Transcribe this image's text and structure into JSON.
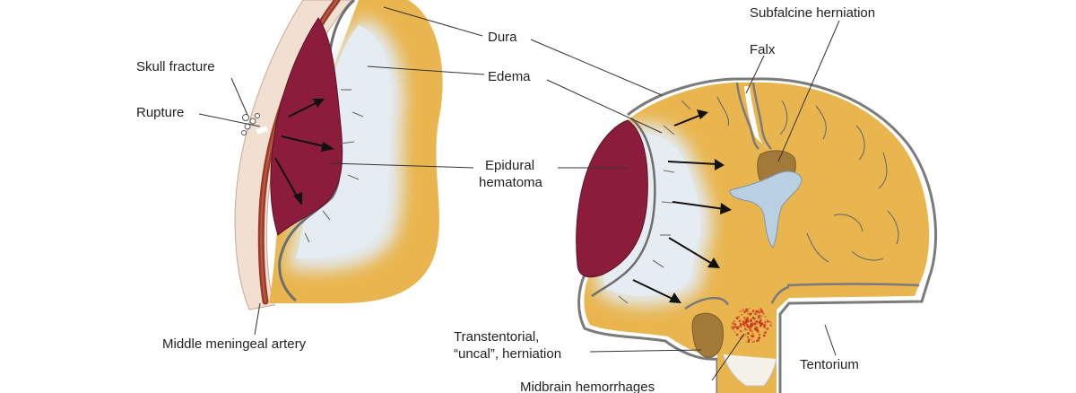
{
  "labels": {
    "skull_fracture": "Skull fracture",
    "rupture": "Rupture",
    "middle_meningeal_artery": "Middle meningeal artery",
    "dura": "Dura",
    "edema": "Edema",
    "epidural_line1": "Epidural",
    "epidural_line2": "hematoma",
    "subfalcine_herniation": "Subfalcine herniation",
    "falx": "Falx",
    "transtentorial_line1": "Transtentorial,",
    "transtentorial_line2": "“uncal”, herniation",
    "midbrain_hemorrhages": "Midbrain hemorrhages",
    "tentorium": "Tentorium"
  },
  "colors": {
    "brain": "#e9b54e",
    "brain_light": "#f2ce7e",
    "edema": "#dfe7ee",
    "hematoma": "#8c1c3c",
    "skull": "#f1dfd2",
    "skull_dots": "#9a5b44",
    "artery": "#9a3b2a",
    "dura": "#777777",
    "herniation": "#a17a3a",
    "ventricle": "#b9d0e2",
    "hemorrhage": "#c8321e"
  }
}
